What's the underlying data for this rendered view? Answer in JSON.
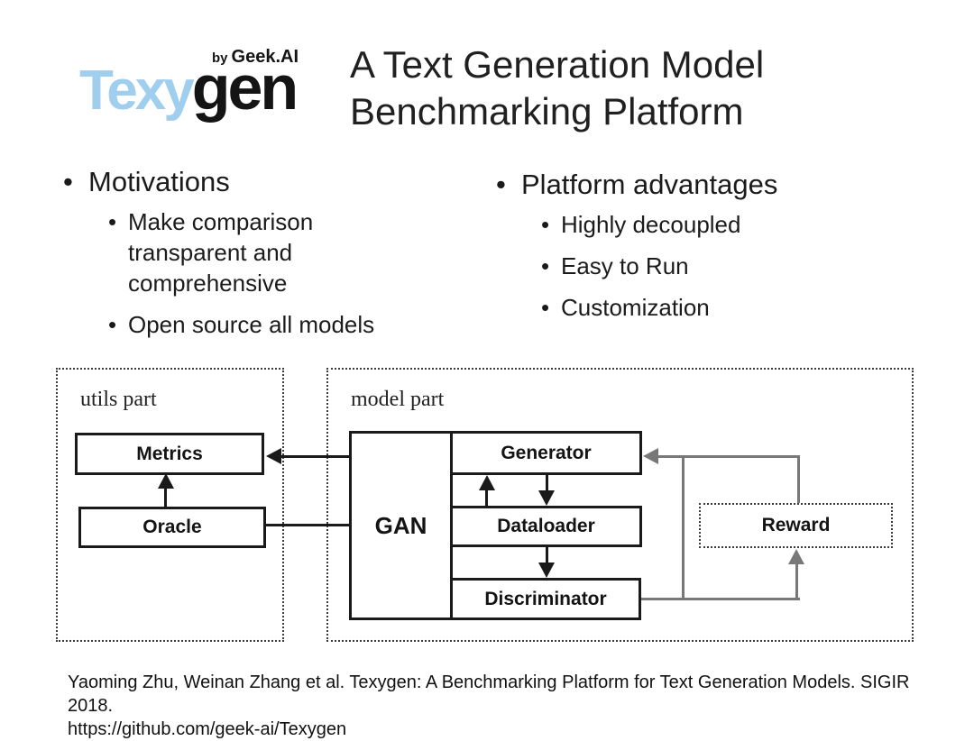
{
  "logo": {
    "texy": "Texy",
    "gen": "gen",
    "by": "by",
    "brand": "Geek.AI",
    "texy_color": "#9fceee"
  },
  "title": {
    "line1": "A Text Generation Model",
    "line2": "Benchmarking Platform"
  },
  "bullets": {
    "left": {
      "heading": "Motivations",
      "marker": "•",
      "items": [
        "Make comparison transparent and comprehensive",
        "Open source all models"
      ]
    },
    "right": {
      "heading": "Platform advantages",
      "marker": "•",
      "items": [
        "Highly decoupled",
        "Easy to Run",
        "Customization"
      ]
    }
  },
  "diagram": {
    "utils_label": "utils part",
    "model_label": "model part",
    "boxes": {
      "metrics": "Metrics",
      "oracle": "Oracle",
      "gan": "GAN",
      "generator": "Generator",
      "dataloader": "Dataloader",
      "discriminator": "Discriminator",
      "reward": "Reward"
    },
    "colors": {
      "solid_line": "#1a1a1a",
      "feedback_line": "#787878",
      "dotted_border": "#3c3c3c"
    }
  },
  "footer": {
    "citation": "Yaoming Zhu, Weinan Zhang et al. Texygen: A Benchmarking Platform for Text Generation Models. SIGIR 2018.",
    "url": "https://github.com/geek-ai/Texygen"
  }
}
